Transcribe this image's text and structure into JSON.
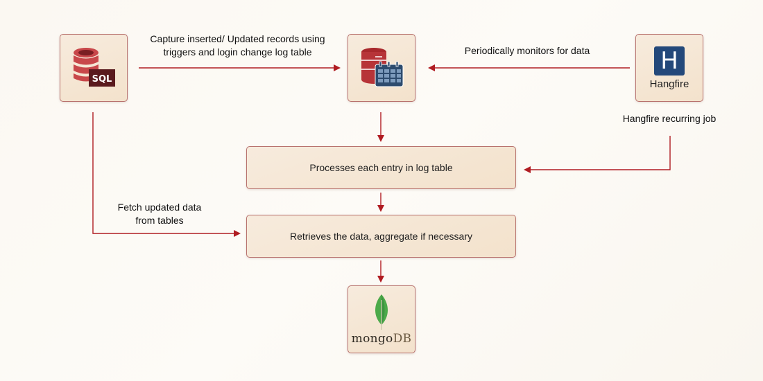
{
  "nodes": {
    "sql": {
      "icon": "sql-database-icon",
      "badge": "SQL"
    },
    "log_table": {
      "icon": "database-calendar-icon"
    },
    "hangfire": {
      "icon": "hangfire-icon",
      "letter": "H",
      "name": "Hangfire"
    },
    "process": {
      "label": "Processes each entry in log table"
    },
    "retrieve": {
      "label": "Retrieves the data, aggregate if necessary"
    },
    "mongodb": {
      "icon": "mongodb-leaf-icon",
      "name_part1": "mongo",
      "name_part2": "DB"
    }
  },
  "edge_labels": {
    "capture_line1": "Capture inserted/ Updated records using",
    "capture_line2": "triggers and login change log table",
    "monitor": "Periodically monitors for data",
    "hangfire_job": "Hangfire recurring job",
    "fetch_line1": "Fetch updated data",
    "fetch_line2": "from tables"
  },
  "colors": {
    "arrow": "#b01c22",
    "node_border": "#b8726e",
    "db_red": "#c8474a",
    "calendar_blue": "#2d4b6e",
    "hangfire_blue": "#23487a",
    "mongo_green": "#4caa4a"
  }
}
